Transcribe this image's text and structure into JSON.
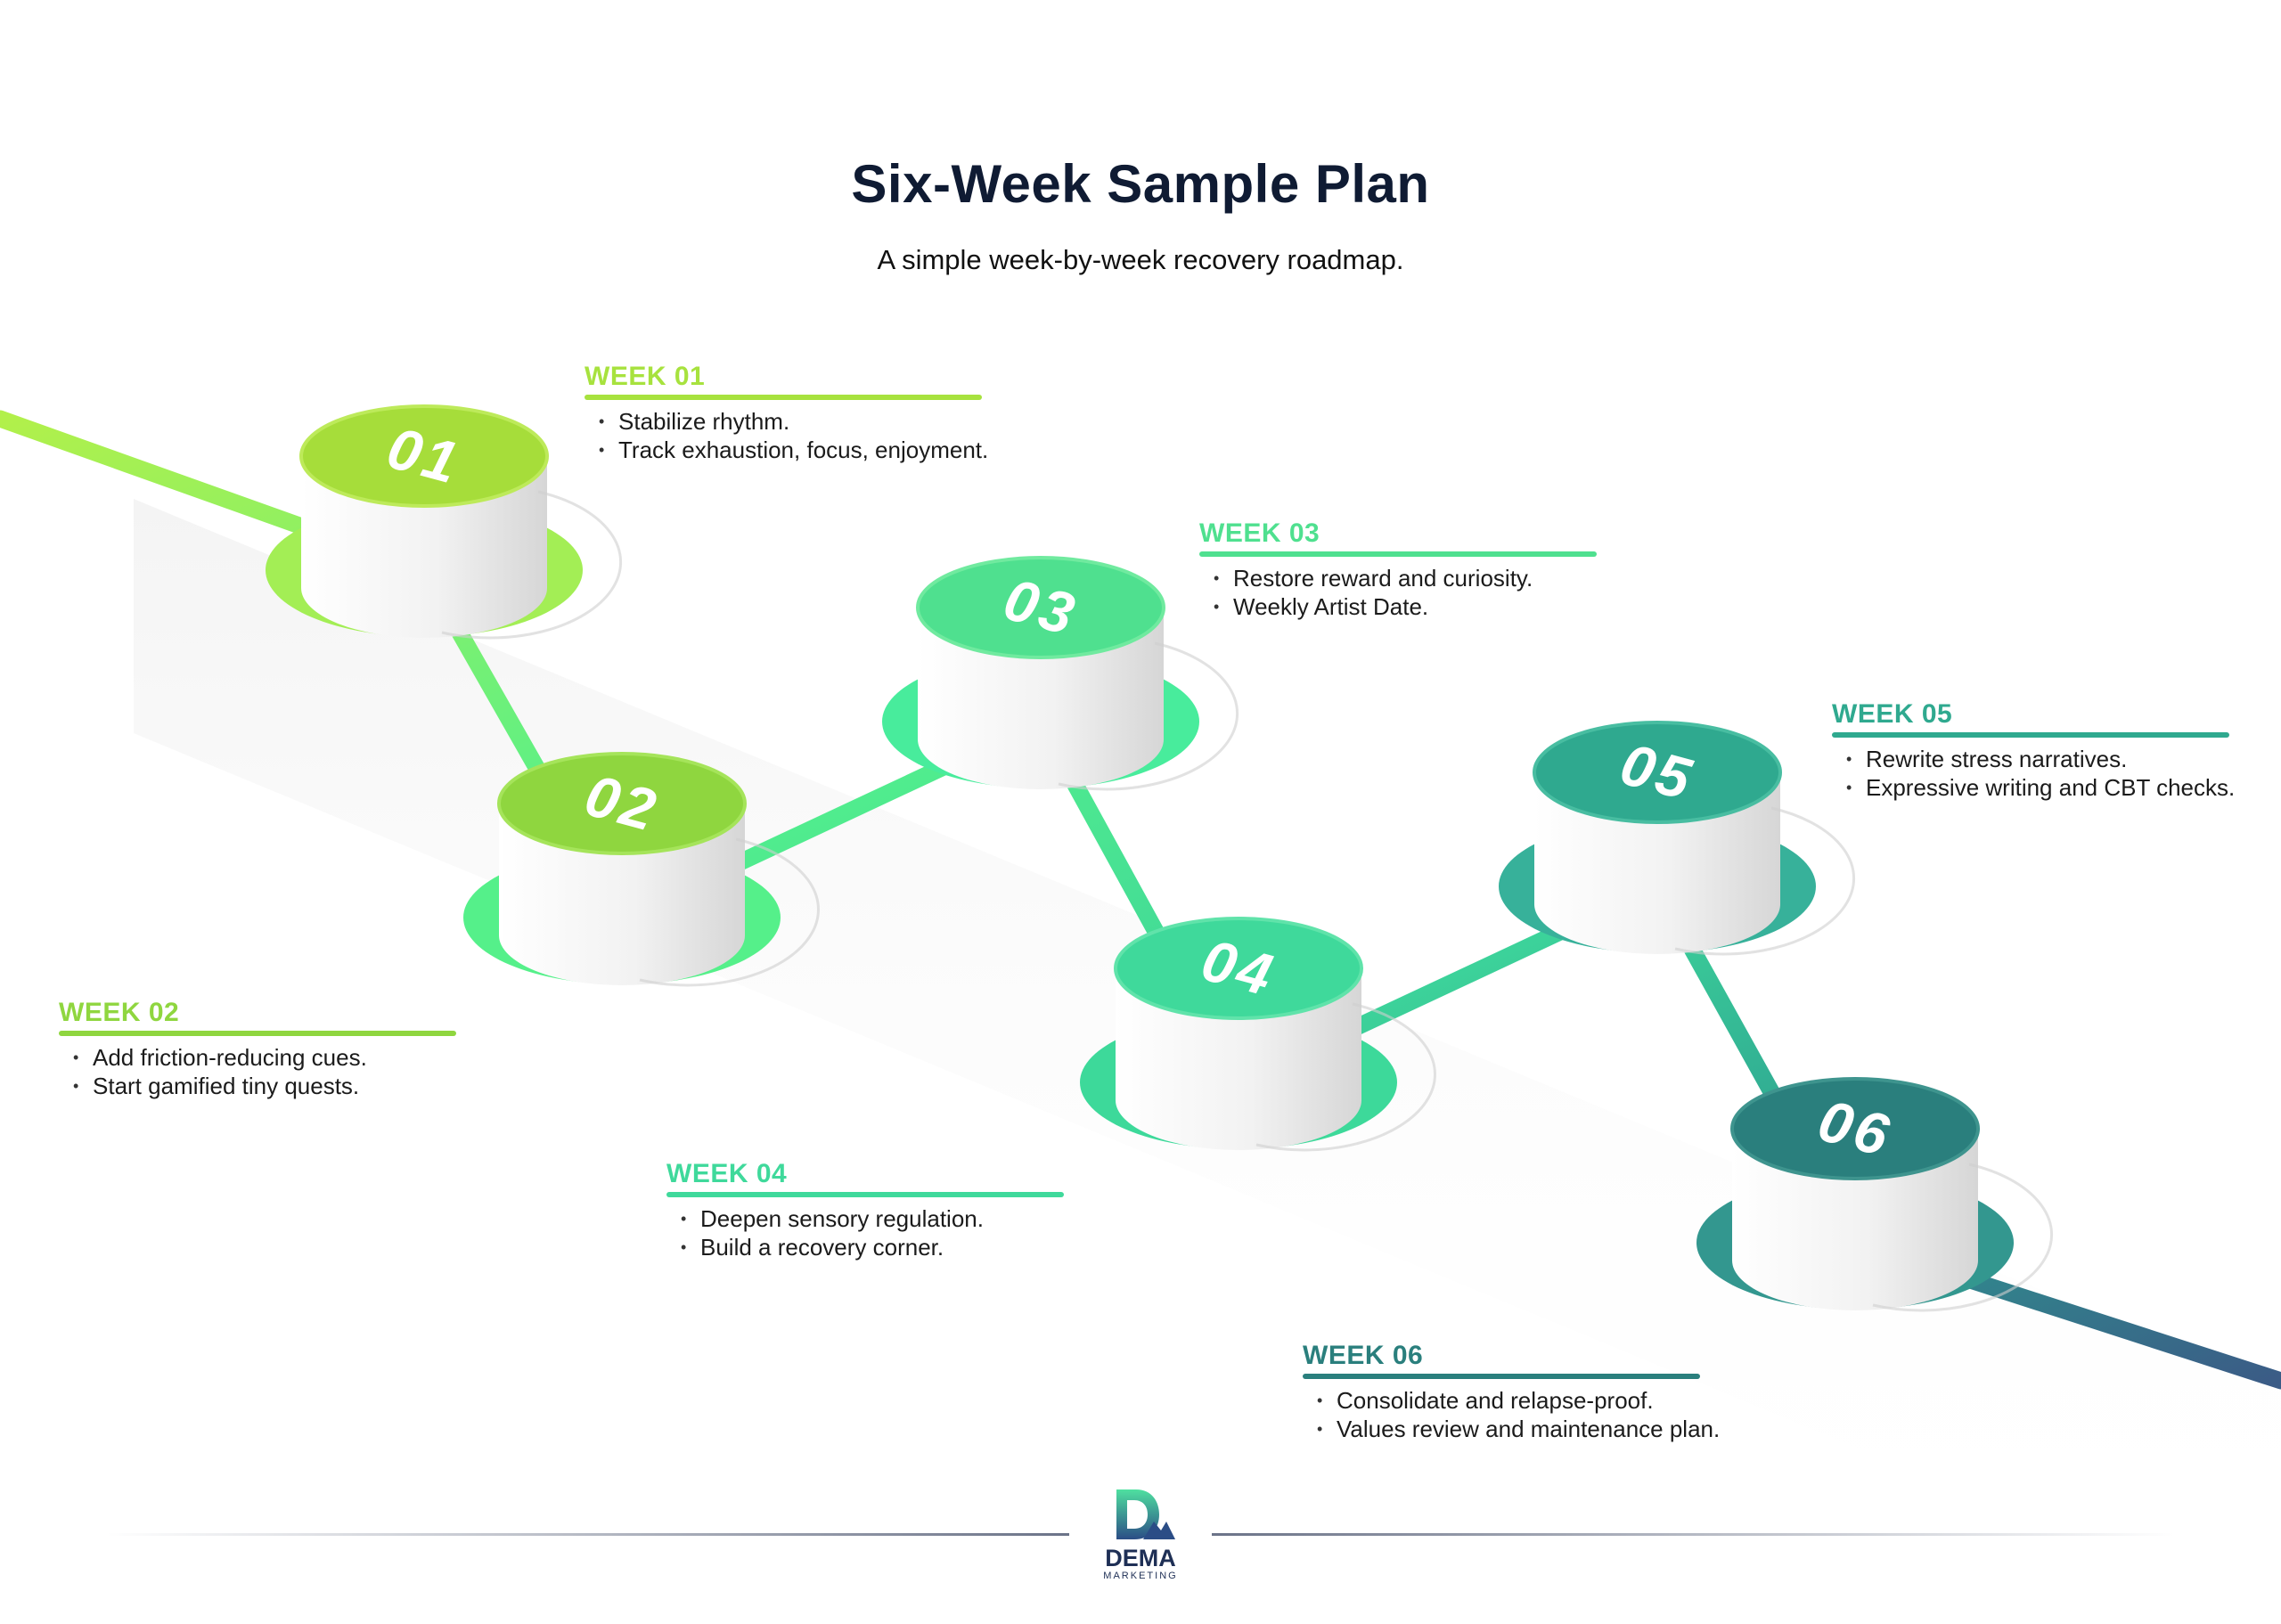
{
  "title": "Six-Week Sample Plan",
  "subtitle": "A simple week-by-week recovery roadmap.",
  "weeks": [
    {
      "number": "01",
      "label": "WEEK 01",
      "color": "#a7e23e",
      "items": [
        "Stabilize rhythm.",
        "Track exhaustion, focus, enjoyment."
      ]
    },
    {
      "number": "02",
      "label": "WEEK 02",
      "color": "#8fd63f",
      "items": [
        "Add friction-reducing cues.",
        "Start gamified tiny quests."
      ]
    },
    {
      "number": "03",
      "label": "WEEK 03",
      "color": "#4fe08f",
      "items": [
        "Restore reward and curiosity.",
        "Weekly Artist Date."
      ]
    },
    {
      "number": "04",
      "label": "WEEK 04",
      "color": "#3fd99b",
      "items": [
        "Deepen sensory regulation.",
        "Build a recovery corner."
      ]
    },
    {
      "number": "05",
      "label": "WEEK 05",
      "color": "#2fa98f",
      "items": [
        "Rewrite stress narratives.",
        "Expressive writing and CBT checks."
      ]
    },
    {
      "number": "06",
      "label": "WEEK 06",
      "color": "#2a7f7d",
      "items": [
        "Consolidate and relapse-proof.",
        "Values review and maintenance plan."
      ]
    }
  ],
  "logo": {
    "name": "DEMA",
    "tagline": "MARKETING"
  }
}
